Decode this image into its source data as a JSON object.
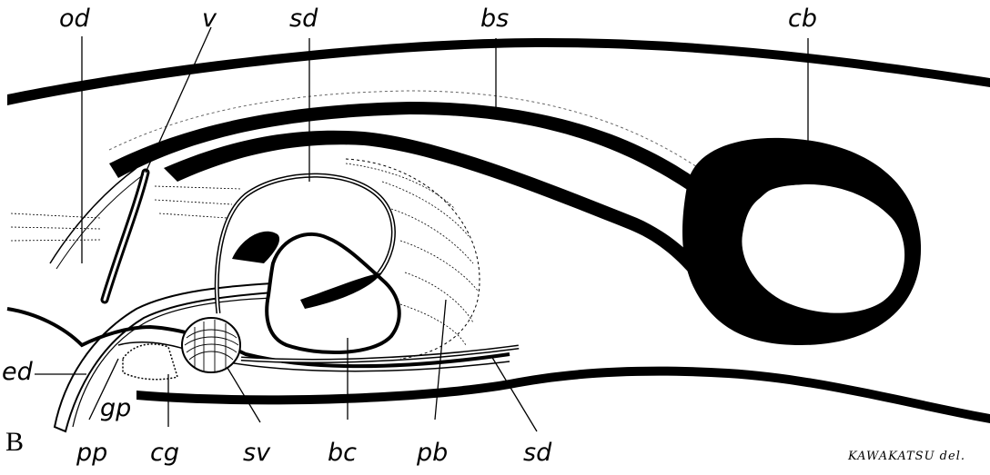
{
  "panel_letter": "B",
  "labels": {
    "od": "od",
    "v": "v",
    "sd_top": "sd",
    "bs": "bs",
    "cb": "cb",
    "ed": "ed",
    "gp": "gp",
    "pp": "pp",
    "cg": "cg",
    "sv": "sv",
    "bc": "bc",
    "pb": "pb",
    "sd_bottom": "sd"
  },
  "credit": "KAWAKATSU del."
}
